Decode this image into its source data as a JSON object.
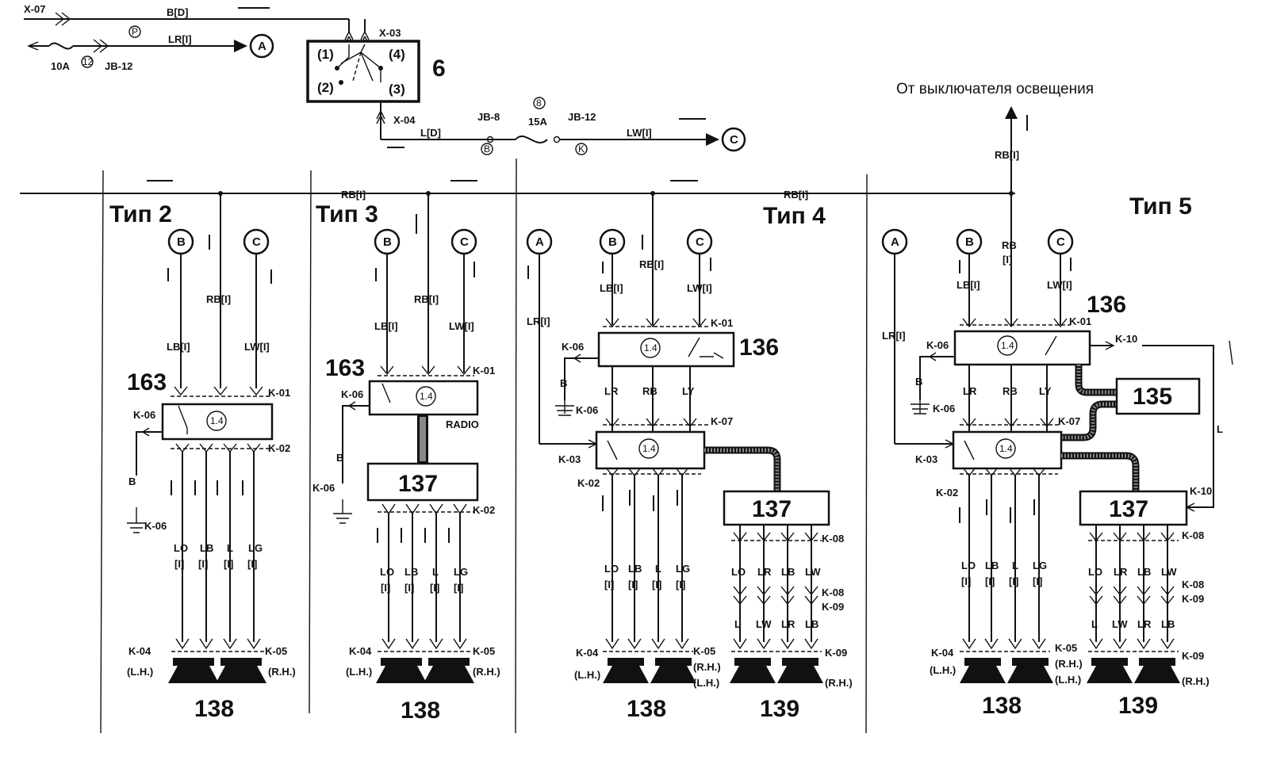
{
  "header": {
    "from_light_switch": "От выключателя освещения"
  },
  "top": {
    "x07": "X-07",
    "bd": "B[D]",
    "x03": "X-03",
    "p": "P",
    "lr": "LR[I]",
    "a": "A",
    "fuse10a": "10A",
    "n12": "12",
    "jb12": "JB-12",
    "box6": "6",
    "pos1": "(1)",
    "pos2": "(2)",
    "pos3": "(3)",
    "pos4": "(4)",
    "x04": "X-04",
    "ld": "L[D]",
    "jb8": "JB-8",
    "n8": "8",
    "fuse15a": "15A",
    "jb12b": "JB-12",
    "b": "B",
    "k": "K",
    "lw": "LW[I]",
    "c": "C",
    "rb_main": "RB[I]"
  },
  "types": {
    "t2": "Тип 2",
    "t3": "Тип 3",
    "t4": "Тип 4",
    "t5": "Тип 5"
  },
  "circles": {
    "A": "A",
    "B": "B",
    "C": "C"
  },
  "wires": {
    "lb": "LB[I]",
    "rb": "RB[I]",
    "lw": "LW[I]",
    "lr": "LR[I]",
    "b": "B",
    "lo": "LO",
    "lbs": "LB",
    "l": "L",
    "lg": "LG",
    "i": "[I]",
    "lrs": "LR",
    "rbs": "RB",
    "ly": "LY",
    "lws": "LW",
    "rb_short": "RB",
    "rb_i": "[I]"
  },
  "connectors": {
    "k01": "K-01",
    "k02": "K-02",
    "k03": "K-03",
    "k04": "K-04",
    "k05": "K-05",
    "k06": "K-06",
    "k07": "K-07",
    "k08": "K-08",
    "k09": "K-09",
    "k10": "K-10",
    "lh": "(L.H.)",
    "rh": "(R.H.)",
    "radio": "RADIO",
    "lamp": "1.4",
    "l_wire": "L"
  },
  "components": {
    "c163": "163",
    "c136": "136",
    "c137": "137",
    "c135": "135",
    "c138": "138",
    "c139": "139"
  }
}
